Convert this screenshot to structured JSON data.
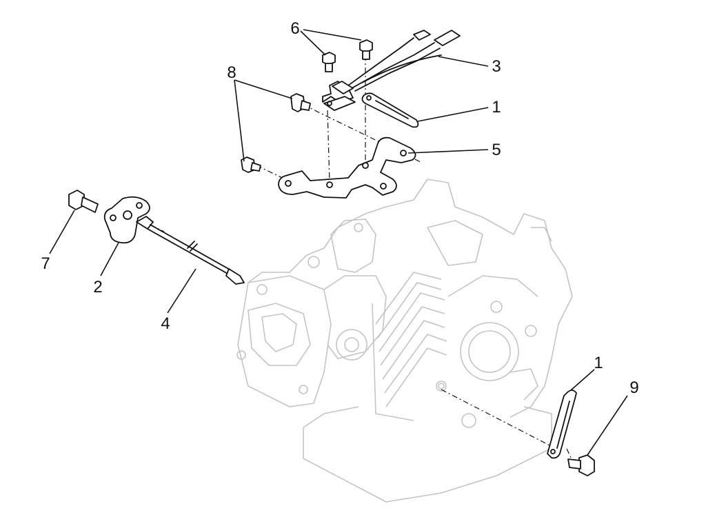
{
  "diagram": {
    "callouts": [
      {
        "id": "c6",
        "text": "6"
      },
      {
        "id": "c3",
        "text": "3"
      },
      {
        "id": "c1a",
        "text": "1"
      },
      {
        "id": "c8",
        "text": "8"
      },
      {
        "id": "c5",
        "text": "5"
      },
      {
        "id": "c7",
        "text": "7"
      },
      {
        "id": "c2",
        "text": "2"
      },
      {
        "id": "c4",
        "text": "4"
      },
      {
        "id": "c1b",
        "text": "1"
      },
      {
        "id": "c9",
        "text": "9"
      }
    ]
  }
}
